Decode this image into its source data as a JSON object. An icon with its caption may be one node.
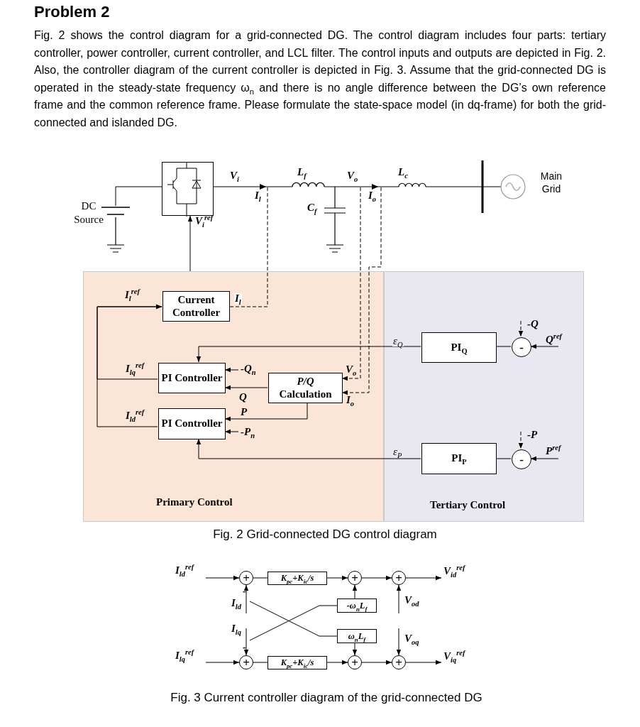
{
  "diagram": {
    "title": "Problem 2",
    "nodes": [
      {
        "text": [],
        "shape": "battery",
        "beside": [
          "DC Source"
        ]
      },
      {
        "text": [],
        "shape": "box"
      },
      {
        "text": [
          "Primary Control"
        ]
      },
      {
        "text": [
          "Tertiary Control"
        ]
      },
      {
        "text": [
          "Current Controller"
        ],
        "in": 2
      },
      {
        "text": [
          "PI Controller"
        ],
        "in": 2
      },
      {
        "text": [
          "*P/Q* Calculation"
        ],
        "in": 2
      },
      {
        "text": [
          "PI Controller"
        ],
        "in": 2
      },
      {
        "text": [
          "PI$_{Q}$"
        ],
        "in": 3
      },
      {
        "text": [
          "PI$_{P}$"
        ],
        "in": 3
      },
      {
        "text": [
          "-"
        ],
        "in": 3
      },
      {
        "text": [
          "-"
        ],
        "in": 3
      },
      {
        "text": [
          "+"
        ]
      },
      {
        "text": [
          "K$_{pc}$+K$_{ic}$/s"
        ]
      },
      {
        "text": [
          "+"
        ]
      },
      {
        "text": [
          "+"
        ]
      },
      {
        "text": [
          "-ω$_{n}$L$_{f}$"
        ]
      },
      {
        "text": [
          "ω$_{n}$L$_{f}$"
        ]
      },
      {
        "text": [
          "+"
        ]
      },
      {
        "text": [
          "K$_{pc}$+K$_{ic}$/s"
        ]
      },
      {
        "text": [
          "+"
        ]
      },
      {
        "text": [
          "+"
        ]
      }
    ],
    "edges": [
      {
        "from": 0,
        "to": 1,
        "arrow": "none"
      },
      {
        "from": 2,
        "to": 1,
        "arrow": "to",
        "label": "V$_{i}$$^{ref}$"
      },
      {
        "from": null,
        "to": 4,
        "arrow": "none",
        "style": "dashed",
        "label": "I$_{l}$"
      },
      {
        "from": null,
        "to": 6,
        "arrow": "to",
        "style": "dashed",
        "label": "V$_{o}$"
      },
      {
        "from": null,
        "to": 6,
        "arrow": "to",
        "style": "dashed",
        "label": "I$_{o}$"
      },
      {
        "from": 5,
        "to": 4,
        "arrow": "to",
        "label": "I$_{lq}$$^{ref}$"
      },
      {
        "from": 7,
        "to": 4,
        "arrow": "to",
        "label": "I$_{ld}$$^{ref}$"
      },
      {
        "from": null,
        "to": 5,
        "arrow": "to",
        "label": "-Q$_{n}$"
      },
      {
        "from": 6,
        "to": 5,
        "arrow": "to",
        "label": "Q"
      },
      {
        "from": 6,
        "to": 7,
        "arrow": "to",
        "label": "P"
      },
      {
        "from": null,
        "to": 7,
        "arrow": "to",
        "label": "-P$_{n}$"
      },
      {
        "from": 8,
        "to": 5,
        "arrow": "to",
        "label": "ε$_{Q}$"
      },
      {
        "from": 9,
        "to": 7,
        "arrow": "to",
        "label": "ε$_{P}$"
      },
      {
        "from": 10,
        "to": 8,
        "arrow": "none"
      },
      {
        "from": 11,
        "to": 9,
        "arrow": "none"
      },
      {
        "from": null,
        "to": 10,
        "arrow": "to",
        "style": "dashed",
        "label": "-Q"
      },
      {
        "from": null,
        "to": 10,
        "arrow": "to",
        "label": "Q$^{ref}$"
      },
      {
        "from": null,
        "to": 11,
        "arrow": "to",
        "style": "dashed",
        "label": "-P"
      },
      {
        "from": null,
        "to": 11,
        "arrow": "to",
        "label": "P$^{ref}$"
      },
      {
        "from": null,
        "to": 12,
        "arrow": "to",
        "label": "I$_{ld}$$^{ref}$"
      },
      {
        "from": 12,
        "to": 13,
        "arrow": "none"
      },
      {
        "from": 13,
        "to": 14,
        "arrow": "to"
      },
      {
        "from": 14,
        "to": 15,
        "arrow": "to"
      },
      {
        "from": 15,
        "to": null,
        "arrow": "to",
        "label": "V$_{id}$$^{ref}$"
      },
      {
        "from": null,
        "to": 12,
        "arrow": "to",
        "label": "I$_{ld}$"
      },
      {
        "from": null,
        "to": 17,
        "arrow": "none"
      },
      {
        "from": 16,
        "to": 14,
        "arrow": "to"
      },
      {
        "from": null,
        "to": 16,
        "arrow": "none"
      },
      {
        "from": 17,
        "to": 20,
        "arrow": "to"
      },
      {
        "from": null,
        "to": 15,
        "arrow": "to",
        "label": "V$_{od}$"
      },
      {
        "from": null,
        "to": 21,
        "arrow": "to",
        "label": "V$_{oq}$"
      },
      {
        "from": null,
        "to": 18,
        "arrow": "to",
        "label": "I$_{lq}$$^{ref}$"
      },
      {
        "from": null,
        "to": 18,
        "arrow": "to",
        "label": "I$_{lq}$"
      },
      {
        "from": 18,
        "to": 19,
        "arrow": "none"
      },
      {
        "from": 19,
        "to": 20,
        "arrow": "to"
      },
      {
        "from": 20,
        "to": 21,
        "arrow": "to"
      },
      {
        "from": 21,
        "to": null,
        "arrow": "to",
        "label": "V$_{iq}$$^{ref}$"
      }
    ],
    "labels": [
      "Fig. 2 shows the control diagram for a grid-connected DG. The control diagram includes four parts: tertiary controller, power controller, current controller, and LCL filter. The control inputs and outputs are depicted in Fig. 2. Also, the controller diagram of the current controller is depicted in Fig. 3. Assume that the grid-connected DG is operated in the steady-state frequency ω$_{n}$ and there is no angle difference between the DG’s own reference frame and the common reference frame. Please formulate the state-space model (in dq-frame) for both the grid-connected and islanded DG.",
      "V$_{i}$",
      "L$_{f}$",
      "V$_{o}$",
      "L$_{c}$",
      "Main Grid",
      "I$_{l}$",
      "I$_{o}$",
      "C$_{f}$",
      "I$_{l}$$^{ref}$",
      "Fig. 2 Grid-connected DG control diagram",
      "-",
      "-",
      "Fig. 3 Current controller diagram of the grid-connected DG"
    ]
  }
}
